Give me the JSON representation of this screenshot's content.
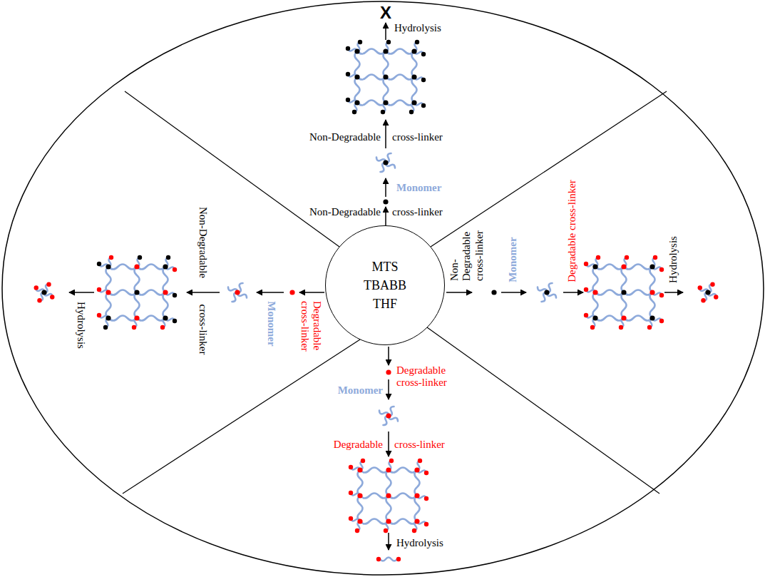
{
  "diagram": {
    "nodes": [
      {
        "text": [
          "MTS TBABB THF"
        ]
      }
    ],
    "labels": [
      "X",
      "Hydrolysis",
      "Non-Degradable",
      "cross-linker",
      "Monomer",
      "Non-Degradable",
      "cross-linker",
      "Non- Degradable cross-linker",
      "Monomer",
      "Degradable cross-linker",
      "Hydrolysis",
      "Degradable cross-linker",
      "Monomer",
      "Degradable",
      "cross-linker",
      "Hydrolysis",
      "Degradable cross-linker",
      "Monomer",
      "Non-Degradable",
      "cross-linker",
      "Hydrolysis"
    ]
  }
}
